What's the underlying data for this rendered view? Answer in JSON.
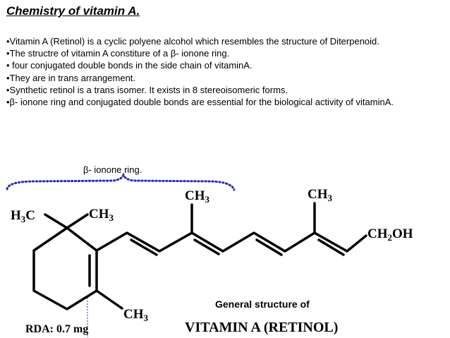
{
  "title": "Chemistry of vitamin A.",
  "bullets": [
    "•Vitamin A (Retinol) is a cyclic polyene alcohol which resembles the structure of Diterpenoid.",
    "•The structre of vitamin A constiture of a β- ionone ring.",
    "• four conjugated double bonds in the side chain of vitaminA.",
    "•They are in trans arrangement.",
    "•Synthetic retinol is a trans isomer. It exists in 8 stereoisomeric forms.",
    "•β- ionone ring  and conjugated double bonds are essential for the biological activity of vitaminA."
  ],
  "structure": {
    "ring_label": "β- ionone ring.",
    "group_h3c": "H3C",
    "group_ch3_ring_top": "CH3",
    "group_ch3_ring_bottom": "CH3",
    "group_ch3_chain_1": "CH3",
    "group_ch3_chain_2": "CH3",
    "group_ch2oh": "CH2OH",
    "caption_general": "General structure of",
    "caption_name": "VITAMIN A (RETINOL)",
    "rda": "RDA: 0.7 mg"
  },
  "colors": {
    "brace": "#2b2bb8",
    "text": "#000000"
  }
}
